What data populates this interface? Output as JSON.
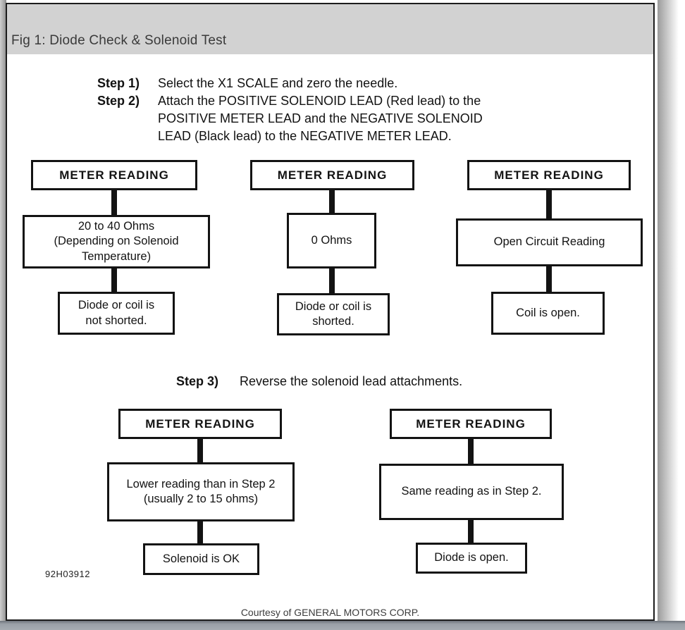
{
  "window": {
    "title": "Fig 1: Diode Check & Solenoid Test",
    "figure_code": "92H03912",
    "courtesy": "Courtesy of GENERAL MOTORS CORP."
  },
  "steps": [
    {
      "label": "Step 1)",
      "text": "Select the X1 SCALE and zero the needle."
    },
    {
      "label": "Step 2)",
      "text": "Attach the POSITIVE SOLENOID LEAD (Red lead) to the\nPOSITIVE METER LEAD and the NEGATIVE SOLENOID\nLEAD (Black lead) to the NEGATIVE METER LEAD."
    },
    {
      "label": "Step 3)",
      "text": "Reverse the solenoid lead attachments."
    }
  ],
  "flowcharts": {
    "row1": [
      {
        "header": "METER READING",
        "reading": "20 to 40 Ohms\n(Depending on Solenoid\nTemperature)",
        "result": "Diode or coil is\nnot shorted."
      },
      {
        "header": "METER READING",
        "reading": "0 Ohms",
        "result": "Diode or coil is\nshorted."
      },
      {
        "header": "METER READING",
        "reading": "Open Circuit Reading",
        "result": "Coil is open."
      }
    ],
    "row2": [
      {
        "header": "METER READING",
        "reading": "Lower reading than in Step 2\n(usually 2 to 15 ohms)",
        "result": "Solenoid is OK"
      },
      {
        "header": "METER READING",
        "reading": "Same reading as in Step 2.",
        "result": "Diode is open."
      }
    ]
  },
  "colors": {
    "titlebar_bg": "#d2d2d2",
    "diagram_ink": "#131313",
    "scrollbar": "#9aa0a7",
    "page_bg": "#ffffff"
  }
}
